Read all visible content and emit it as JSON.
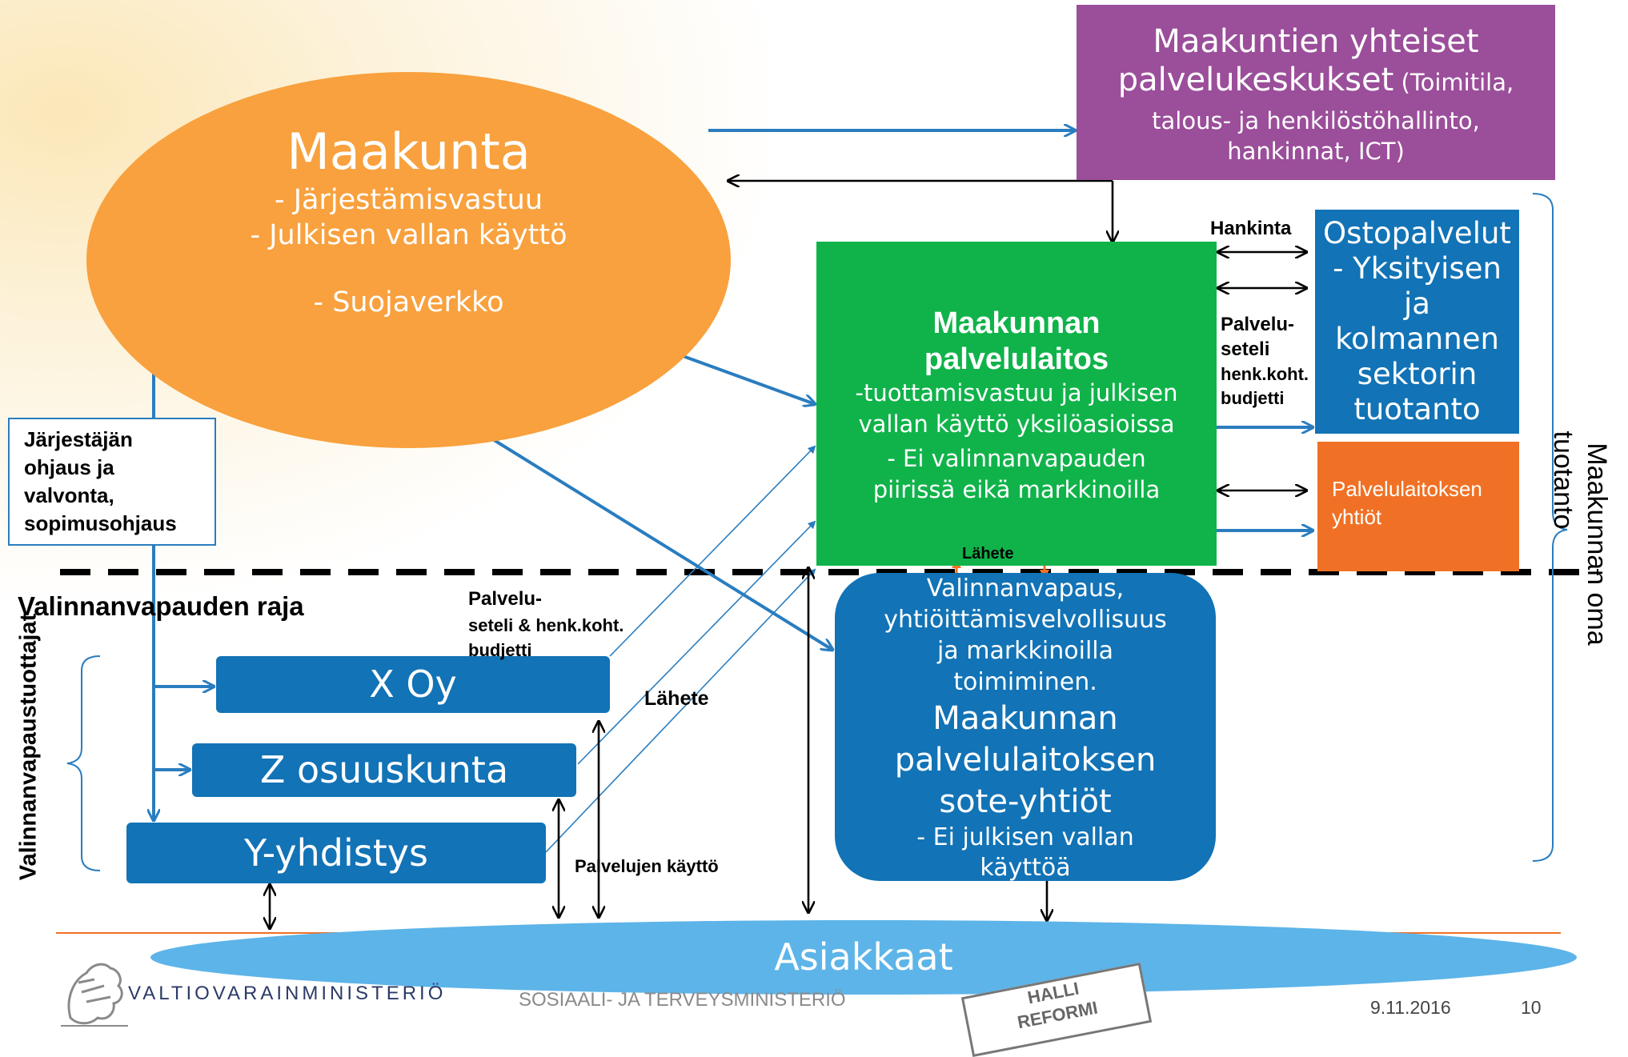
{
  "colors": {
    "maakunta": "#f8a13e",
    "yhteiset": "#9b4e9a",
    "palvelulaitos": "#10b34a",
    "blue": "#1273b6",
    "orange_box": "#f07125",
    "asiakkaat": "#5db4e8",
    "arrow_blue": "#2a7dbf"
  },
  "maakunta": {
    "title": "Maakunta",
    "line1": "- Järjestämisvastuu",
    "line2": "- Julkisen vallan käyttö",
    "line3": "- Suojaverkko"
  },
  "yhteiset": {
    "line1": "Maakuntien yhteiset",
    "line2a": "palvelukeskukset",
    "line2b": " (Toimitila,",
    "line3": "talous- ja henkilöstöhallinto,",
    "line4": "hankinnat, ICT)"
  },
  "palvelulaitos": {
    "title1": "Maakunnan",
    "title2": "palvelulaitos",
    "line1": "-tuottamisvastuu ja julkisen",
    "line2": "vallan käyttö yksilöasioissa",
    "line3": "- Ei valinnanvapauden",
    "line4": "piirissä eikä markkinoilla"
  },
  "ostopalvelut": {
    "line1": "Ostopalvelut",
    "line2": "- Yksityisen",
    "line3": "ja",
    "line4": "kolmannen",
    "line5": "sektorin",
    "line6": "tuotanto"
  },
  "yhtiot": {
    "line1": "Palvelulaitoksen",
    "line2": "yhtiöt"
  },
  "sote": {
    "line1": "Valinnanvapaus,",
    "line2": "yhtiöittämisvelvollisuus",
    "line3": "ja markkinoilla",
    "line4": "toimiminen.",
    "title1": "Maakunnan",
    "title2": "palvelulaitoksen",
    "title3": "sote-yhtiöt",
    "line5": "- Ei julkisen vallan",
    "line6": "käyttöä"
  },
  "producers": {
    "x": "X Oy",
    "z": "Z osuuskunta",
    "y": "Y-yhdistys"
  },
  "asiakkaat": "Asiakkaat",
  "labels": {
    "jarjestajan1": "Järjestäjän",
    "jarjestajan2": "ohjaus ja",
    "jarjestajan3": "valvonta,",
    "jarjestajan4": "sopimusohjaus",
    "raja": "Valinnanvapauden raja",
    "valinnanvapaustuottajat": "Valinnanvapaustuottajat",
    "seteli_a": "Palvelu-",
    "seteli_b": "seteli & henk.koht.",
    "seteli_c": "budjetti",
    "lahete_small": "Lähete",
    "lahete": "Lähete",
    "palvelujen_kaytto": "Palvelujen käyttö",
    "hankinta": "Hankinta",
    "pseteli_a": "Palvelu-",
    "pseteli_b": "seteli",
    "pseteli_c": "henk.koht.",
    "pseteli_d": "budjetti",
    "oma1": "Maakunnan oma",
    "oma2": "tuotanto"
  },
  "footer": {
    "vm": "VALTIOVARAINMINISTERIÖ",
    "stm": "SOSIAALI- JA TERVEYSMINISTERIÖ",
    "stamp_a": "HALLI",
    "stamp_b": "REFORMI",
    "date": "9.11.2016",
    "page": "10"
  }
}
